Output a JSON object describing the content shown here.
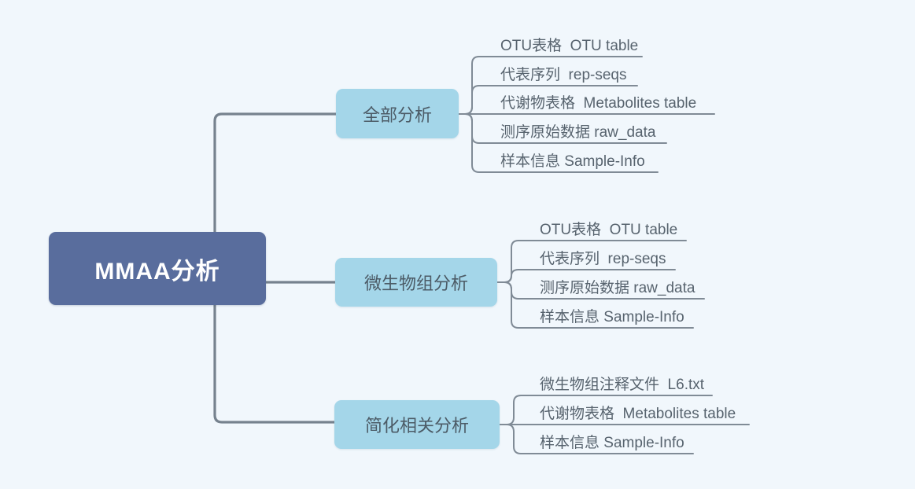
{
  "title": "MMAA分析 mind map",
  "colors": {
    "bg": "#F1F7FC",
    "connector_main": "#76828E",
    "connector_leaf": "#808B96",
    "root_fill": "#596D9D",
    "root_text": "#FFFFFF",
    "branch_fill": "#A4D6E9",
    "branch_text": "#4C5B66",
    "leaf_text": "#57636E"
  },
  "root": {
    "label": "MMAA分析"
  },
  "branches": [
    {
      "label": "全部分析",
      "leaves": [
        "OTU表格  OTU table",
        "代表序列  rep-seqs",
        "代谢物表格  Metabolites table",
        "测序原始数据 raw_data",
        "样本信息 Sample-Info"
      ]
    },
    {
      "label": "微生物组分析",
      "leaves": [
        "OTU表格  OTU table",
        "代表序列  rep-seqs",
        "测序原始数据 raw_data",
        "样本信息 Sample-Info"
      ]
    },
    {
      "label": "简化相关分析",
      "leaves": [
        "微生物组注释文件  L6.txt",
        "代谢物表格  Metabolites table",
        "样本信息 Sample-Info"
      ]
    }
  ]
}
